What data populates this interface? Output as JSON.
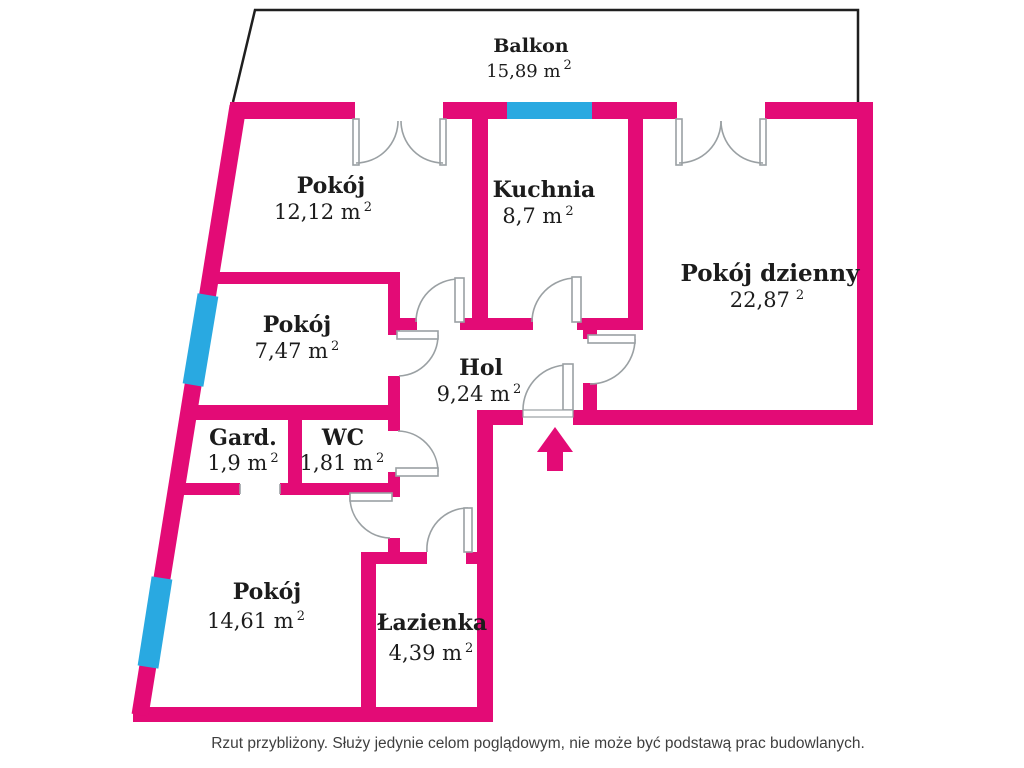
{
  "palette": {
    "wall": "#e30b76",
    "window": "#29a9e1",
    "balcony_outline": "#1f1f1f",
    "door": "#9aa0a3",
    "text": "#1c1c1c"
  },
  "rooms": {
    "balkon": {
      "name": "Balkon",
      "area": "15,89 m",
      "sup": "2"
    },
    "pokoj1": {
      "name": "Pokój",
      "area": "12,12 m",
      "sup": "2"
    },
    "kuchnia": {
      "name": "Kuchnia",
      "area": "8,7 m",
      "sup": "2"
    },
    "pokoj_dzienny": {
      "name": "Pokój dzienny",
      "area": "22,87",
      "sup": "2"
    },
    "pokoj2": {
      "name": "Pokój",
      "area": "7,47 m",
      "sup": "2"
    },
    "hol": {
      "name": "Hol",
      "area": "9,24 m",
      "sup": "2"
    },
    "gard": {
      "name": "Gard.",
      "area": "1,9 m",
      "sup": "2"
    },
    "wc": {
      "name": "WC",
      "area": "1,81 m",
      "sup": "2"
    },
    "pokoj3": {
      "name": "Pokój",
      "area": "14,61 m",
      "sup": "2"
    },
    "lazienka": {
      "name": "Łazienka",
      "area": "4,39 m",
      "sup": "2"
    }
  },
  "footer": {
    "disclaimer": "Rzut przybliżony. Służy jedynie celom poglądowym, nie może być podstawą prac budowlanych."
  }
}
